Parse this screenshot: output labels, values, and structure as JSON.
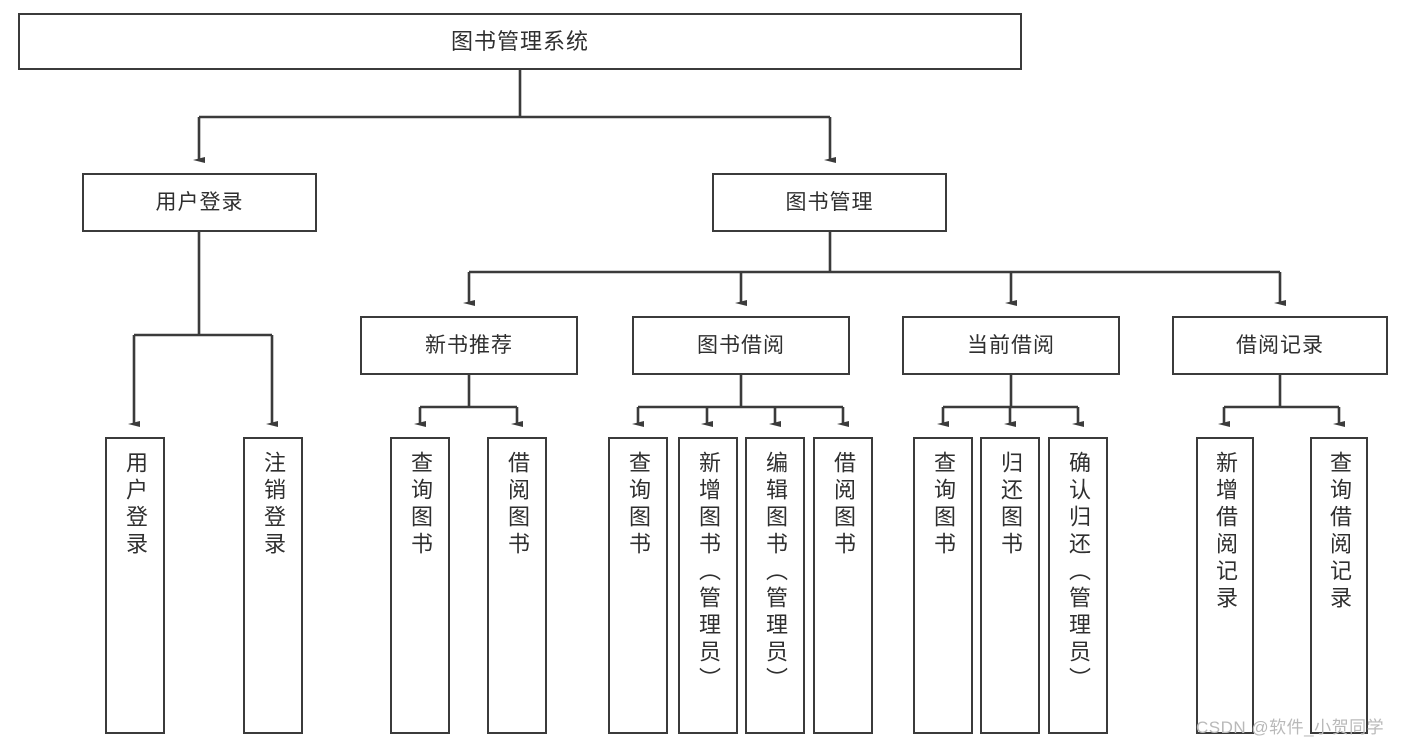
{
  "diagram": {
    "type": "tree",
    "title": "图书管理系统",
    "watermark": "CSDN @软件_小贺同学",
    "colors": {
      "box_border": "#3b3b3b",
      "box_fill": "#ffffff",
      "connector": "#3b3b3b",
      "text": "#2f2f2f",
      "watermark": "#b9b9b9",
      "background": "#ffffff"
    },
    "levels": {
      "root": {
        "label": "图书管理系统"
      },
      "level2": [
        {
          "label": "用户登录"
        },
        {
          "label": "图书管理"
        }
      ],
      "level3": [
        {
          "label": "新书推荐"
        },
        {
          "label": "图书借阅"
        },
        {
          "label": "当前借阅"
        },
        {
          "label": "借阅记录"
        }
      ],
      "leaves": {
        "user_login": [
          {
            "label": "用户登录"
          },
          {
            "label": "注销登录"
          }
        ],
        "new_book_recommend": [
          {
            "label": "查询图书"
          },
          {
            "label": "借阅图书"
          }
        ],
        "book_borrow": [
          {
            "label": "查询图书"
          },
          {
            "label": "新增图书（管理员）"
          },
          {
            "label": "编辑图书（管理员）"
          },
          {
            "label": "借阅图书"
          }
        ],
        "current_borrow": [
          {
            "label": "查询图书"
          },
          {
            "label": "归还图书"
          },
          {
            "label": "确认归还（管理员）"
          }
        ],
        "borrow_record": [
          {
            "label": "新增借阅记录"
          },
          {
            "label": "查询借阅记录"
          }
        ]
      }
    }
  }
}
